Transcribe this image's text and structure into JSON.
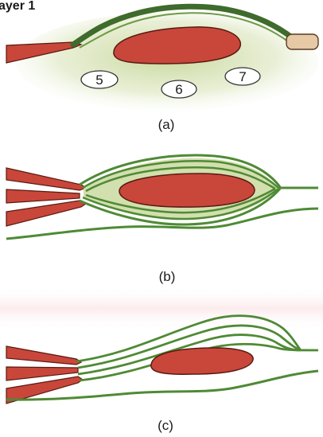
{
  "header": {
    "text": "ayer 1"
  },
  "panels": [
    {
      "label": "(a)",
      "numbers": [
        "5",
        "6",
        "7"
      ]
    },
    {
      "label": "(b)"
    },
    {
      "label": "(c)"
    }
  ],
  "colors": {
    "muscle_fill": "#c8473a",
    "muscle_stroke": "#5a1a12",
    "green_line": "#4f8a35",
    "green_dark": "#3f6b2c",
    "green_fill": "#d2dfae",
    "tan_tendon": "#e6c9a5",
    "background_tint": "#fdeff0"
  }
}
